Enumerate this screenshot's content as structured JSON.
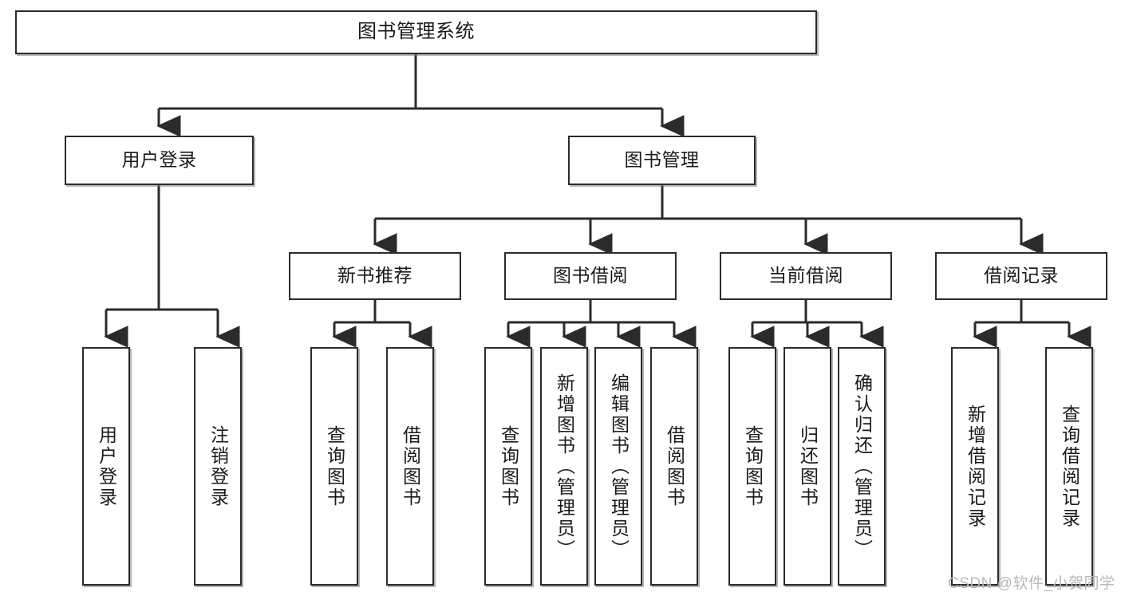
{
  "diagram": {
    "type": "tree",
    "title": "图书管理系统",
    "colors": {
      "stroke": "#2b2b2b",
      "background": "#ffffff",
      "text": "#1a1a1a",
      "watermark": "#b9b9b9"
    },
    "nodes": {
      "root": {
        "label": "图书管理系统"
      },
      "level2": [
        {
          "id": "user-login",
          "label": "用户登录"
        },
        {
          "id": "book-manage",
          "label": "图书管理"
        }
      ],
      "level3": [
        {
          "id": "new-book-recommend",
          "label": "新书推荐"
        },
        {
          "id": "book-borrow",
          "label": "图书借阅"
        },
        {
          "id": "current-borrow",
          "label": "当前借阅"
        },
        {
          "id": "borrow-record",
          "label": "借阅记录"
        }
      ],
      "leaves": [
        {
          "id": "leaf-user-login",
          "label": "用户登录",
          "parent": "user-login"
        },
        {
          "id": "leaf-user-logout",
          "label": "注销登录",
          "parent": "user-login"
        },
        {
          "id": "leaf-query-book-1",
          "label": "查询图书",
          "parent": "new-book-recommend"
        },
        {
          "id": "leaf-borrow-book-1",
          "label": "借阅图书",
          "parent": "new-book-recommend"
        },
        {
          "id": "leaf-query-book-2",
          "label": "查询图书",
          "parent": "book-borrow"
        },
        {
          "id": "leaf-add-book",
          "label": "新增图书（管理员）",
          "parent": "book-borrow"
        },
        {
          "id": "leaf-edit-book",
          "label": "编辑图书（管理员）",
          "parent": "book-borrow"
        },
        {
          "id": "leaf-borrow-book-2",
          "label": "借阅图书",
          "parent": "book-borrow"
        },
        {
          "id": "leaf-query-book-3",
          "label": "查询图书",
          "parent": "current-borrow"
        },
        {
          "id": "leaf-return-book",
          "label": "归还图书",
          "parent": "current-borrow"
        },
        {
          "id": "leaf-confirm-return",
          "label": "确认归还（管理员）",
          "parent": "current-borrow"
        },
        {
          "id": "leaf-add-record",
          "label": "新增借阅记录",
          "parent": "borrow-record"
        },
        {
          "id": "leaf-query-record",
          "label": "查询借阅记录",
          "parent": "borrow-record"
        }
      ]
    },
    "watermark": "CSDN @软件_小贺同学"
  }
}
